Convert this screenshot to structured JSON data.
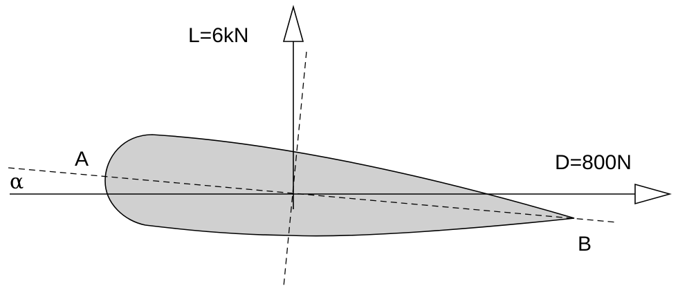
{
  "labels": {
    "lift": "L=6kN",
    "drag": "D=800N",
    "point_a": "A",
    "point_b": "B",
    "angle": "α"
  },
  "colors": {
    "airfoil_fill": "#d0d0d0",
    "stroke": "#000000",
    "background": "#ffffff"
  }
}
